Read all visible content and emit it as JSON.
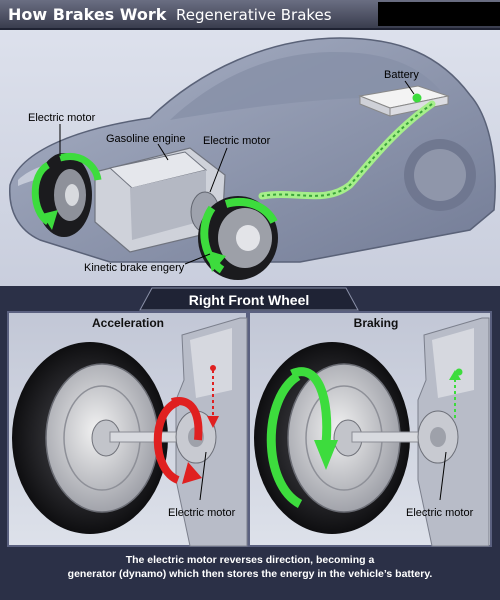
{
  "header": {
    "brand": "How Brakes Work",
    "title": "Regenerative Brakes"
  },
  "car_diagram": {
    "labels": {
      "battery": "Battery",
      "electric_motor_rear": "Electric motor",
      "gasoline_engine": "Gasoline engine",
      "electric_motor_front": "Electric motor",
      "kinetic_brake_energy": "Kinetic brake engery"
    }
  },
  "wheel_section": {
    "title": "Right Front Wheel",
    "panels": [
      {
        "label": "Acceleration",
        "motor_label": "Electric motor"
      },
      {
        "label": "Braking",
        "motor_label": "Electric motor"
      }
    ],
    "caption_line1": "The electric motor reverses direction, becoming a",
    "caption_line2": "generator (dynamo) which then stores the energy in the vehicle’s battery."
  },
  "colors": {
    "energy_green": "#3ddc3d",
    "accel_red": "#e02020",
    "background": "#2b3047"
  }
}
